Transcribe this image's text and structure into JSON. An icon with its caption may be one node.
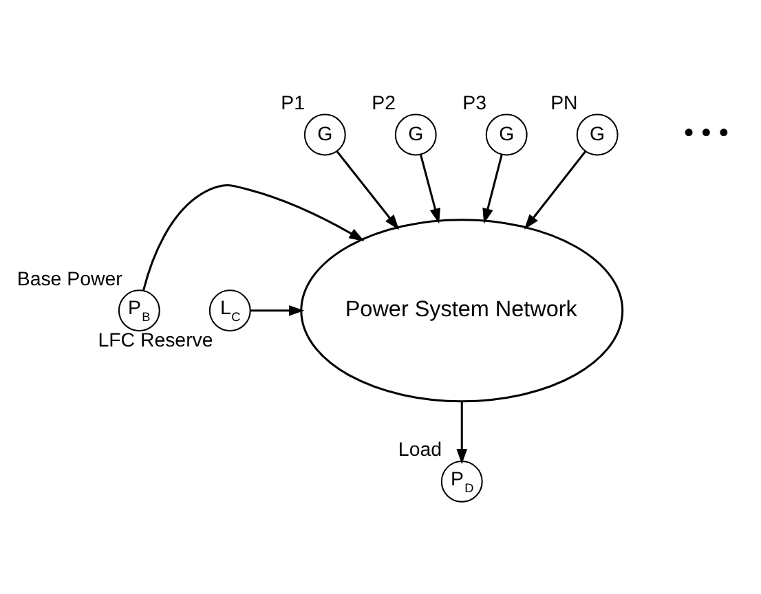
{
  "diagram": {
    "nodes": [
      {
        "text": [
          "Power System Network"
        ]
      },
      {
        "text": [
          "G"
        ],
        "beside": [
          "P1"
        ]
      },
      {
        "text": [
          "G"
        ],
        "beside": [
          "P2"
        ]
      },
      {
        "text": [
          "G"
        ],
        "beside": [
          "P3"
        ]
      },
      {
        "text": [
          "G"
        ],
        "beside": [
          "PN"
        ]
      },
      {
        "text": [
          "P$_{B}$"
        ],
        "beside": [
          "Base Power"
        ]
      },
      {
        "text": [
          "L$_{C}$"
        ],
        "beside": [
          "LFC Reserve"
        ]
      },
      {
        "text": [
          "P$_{D}$"
        ],
        "beside": [
          "Load"
        ]
      }
    ],
    "edges": [
      {
        "from": 1,
        "to": 0,
        "arrow": "to"
      },
      {
        "from": 2,
        "to": 0,
        "arrow": "to"
      },
      {
        "from": 3,
        "to": 0,
        "arrow": "to"
      },
      {
        "from": 4,
        "to": 0,
        "arrow": "to"
      },
      {
        "from": 5,
        "to": 0,
        "arrow": "to"
      },
      {
        "from": 6,
        "to": 0,
        "arrow": "to"
      },
      {
        "from": 0,
        "to": 7,
        "arrow": "to"
      }
    ],
    "labels": [
      "• • •"
    ]
  }
}
